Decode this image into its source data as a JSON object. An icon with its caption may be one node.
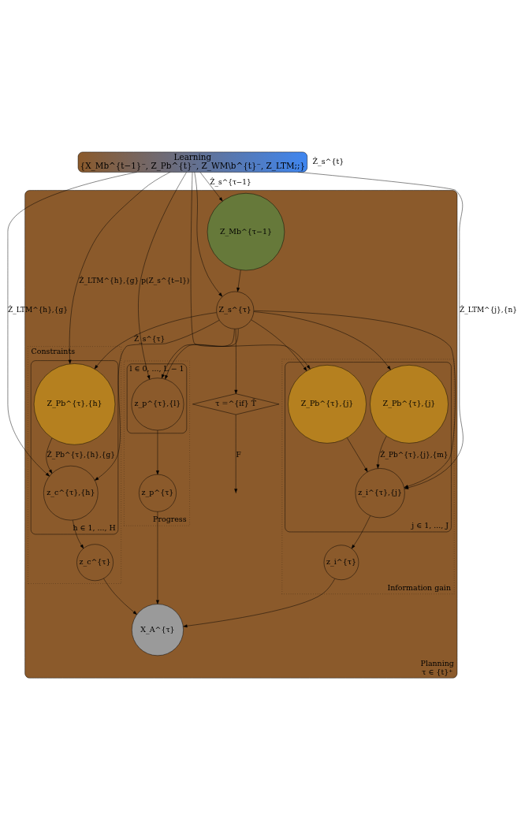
{
  "diagram": {
    "nodes": [
      {
        "text": [
          "Learning",
          "{X_Mb^{t−1}⁻, Z_Pb^{t}⁻, Z_WM\\b^{t}⁻, Z_LTM;;}"
        ]
      },
      {
        "text": [
          "Planning",
          "τ ∈ {t}⁺"
        ]
      },
      {
        "text": [
          "Progress"
        ],
        "in": 1
      },
      {
        "text": [
          "l ∈ 0, ..., L − 1"
        ],
        "in": 2
      },
      {
        "text": [
          "z_p^{τ},{l}"
        ],
        "in": 3
      },
      {
        "text": [
          "z_p^{τ}"
        ],
        "in": 2
      },
      {
        "text": [
          "X_A^{τ}"
        ],
        "in": 1
      },
      {
        "text": [
          "Constraints"
        ],
        "in": 1
      },
      {
        "text": [
          "z_c^{τ}"
        ],
        "in": 7
      },
      {
        "text": [
          "h ∈ 1, ..., H"
        ],
        "in": 7
      },
      {
        "text": [
          "z_c^{τ},{h}"
        ],
        "in": 9
      },
      {
        "text": [
          "Z_Pb^{τ},{h}"
        ],
        "in": 9
      },
      {
        "text": [
          "Z_Mb^{τ−1}"
        ],
        "in": 1
      },
      {
        "text": [
          "Z_s^{τ}"
        ],
        "in": 1
      },
      {
        "text": [
          "τ =^{if} T̄"
        ],
        "in": 1
      },
      {
        "text": [
          "Information gain"
        ],
        "in": 1
      },
      {
        "text": [
          "j ∈ 1, ..., J"
        ],
        "in": 15
      },
      {
        "text": [
          "Z_Pb^{τ},{j}"
        ],
        "in": 16
      },
      {
        "text": [
          "Z_Pb^{τ},{j}"
        ],
        "in": 16
      },
      {
        "text": [
          "z_i^{τ},{j}"
        ],
        "in": 16
      },
      {
        "text": [
          "z_i^{τ}"
        ],
        "in": 15
      }
    ],
    "edges": [
      {
        "from": 0,
        "to": 12,
        "arrow": "to",
        "label": "Ẑ_s^{τ−1}"
      },
      {
        "from": 0,
        "to": 13,
        "arrow": "to"
      },
      {
        "from": 14,
        "to": null,
        "arrow": "to",
        "label": "F"
      },
      {
        "from": 0,
        "to": 4,
        "arrow": "to",
        "label": "p(Z_s^{t−l})"
      },
      {
        "from": 12,
        "to": 13,
        "arrow": "to"
      },
      {
        "from": 13,
        "to": 14,
        "arrow": "to"
      },
      {
        "from": 13,
        "to": 4,
        "arrow": "to"
      },
      {
        "from": 13,
        "to": 4,
        "arrow": "to"
      },
      {
        "from": 4,
        "to": 5,
        "arrow": "to"
      },
      {
        "from": 5,
        "to": 6,
        "arrow": "to"
      },
      {
        "from": 8,
        "to": 6,
        "arrow": "to"
      },
      {
        "from": 10,
        "to": 8,
        "arrow": "to"
      },
      {
        "from": 13,
        "to": 10,
        "arrow": "to"
      },
      {
        "from": 13,
        "to": 11,
        "arrow": "to",
        "label": "Ẑ_s^{τ}"
      },
      {
        "from": 0,
        "to": 10,
        "arrow": "to",
        "label": "Ẑ_LTM^{h},{g}"
      },
      {
        "from": 11,
        "to": 10,
        "arrow": "to",
        "label": "Ẑ_Pb^{τ},{h},{g}"
      },
      {
        "from": 0,
        "to": 11,
        "arrow": "to",
        "label": "Ẑ_LTM^{h},{g}"
      },
      {
        "from": 13,
        "to": 17,
        "arrow": "to"
      },
      {
        "from": 13,
        "to": 18,
        "arrow": "to"
      },
      {
        "from": 13,
        "to": 19,
        "arrow": "to"
      },
      {
        "from": 0,
        "to": 18,
        "arrow": "to"
      },
      {
        "from": 0,
        "to": 19,
        "arrow": "to",
        "label": "Ẑ_LTM^{j},{n}"
      },
      {
        "from": 17,
        "to": 19,
        "arrow": "to",
        "label": "Ẑ_Pb^{τ},{j},{m}"
      },
      {
        "from": 18,
        "to": 19,
        "arrow": "to"
      },
      {
        "from": 19,
        "to": 20,
        "arrow": "to"
      },
      {
        "from": 20,
        "to": 6,
        "arrow": "to"
      }
    ],
    "labels": [
      "Ẑ_s^{t}"
    ]
  }
}
